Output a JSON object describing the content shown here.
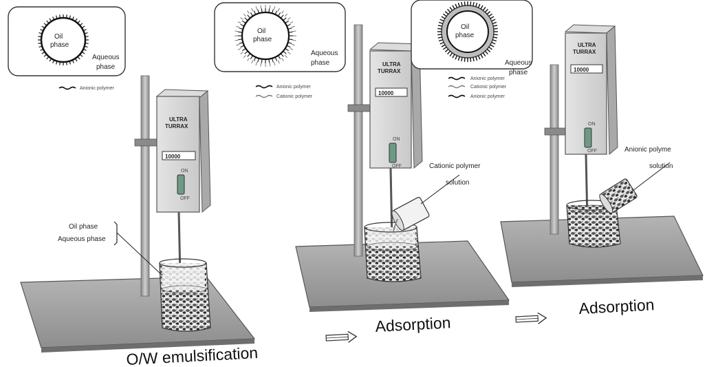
{
  "colors": {
    "droplet_fill": "#ffffff",
    "anionic_polymer": "#111111",
    "cationic_polymer": "#777777",
    "plate": "#9a9a9a",
    "homogenizer_body": "#cfcfcf"
  },
  "panels": [
    {
      "inset": {
        "droplet_label_1": "Oil",
        "droplet_label_2": "phase",
        "medium_label_1": "Aqueous",
        "medium_label_2": "phase",
        "legend": [
          "Anionic polymer"
        ]
      },
      "device": {
        "brand_1": "ULTRA",
        "brand_2": "TURRAX",
        "display": "10000",
        "on": "ON",
        "off": "OFF"
      },
      "callout": {
        "lines": [
          "Oil phase",
          "Aqueous phase"
        ]
      },
      "step_label": "O/W emulsification",
      "arrow_icon": "double-arrow-right-icon"
    },
    {
      "inset": {
        "droplet_label_1": "Oil",
        "droplet_label_2": "phase",
        "medium_label_1": "Aqueous",
        "medium_label_2": "phase",
        "legend": [
          "Anionic polymer",
          "Cationic polymer"
        ]
      },
      "device": {
        "brand_1": "ULTRA",
        "brand_2": "TURRAX",
        "display": "10000",
        "on": "ON",
        "off": "OFF"
      },
      "callout": {
        "lines": [
          "Cationic polymer",
          "solution"
        ]
      },
      "step_label": "Adsorption",
      "arrow_icon": "double-arrow-right-icon"
    },
    {
      "inset": {
        "droplet_label_1": "Oil",
        "droplet_label_2": "phase",
        "medium_label_1": "Aqueous",
        "medium_label_2": "phase",
        "legend": [
          "Anionic polymer",
          "Cationic polymer",
          "Anionic polymer"
        ]
      },
      "device": {
        "brand_1": "ULTRA",
        "brand_2": "TURRAX",
        "display": "10000",
        "on": "ON",
        "off": "OFF"
      },
      "callout": {
        "lines": [
          "Anionic polyme",
          "solution"
        ]
      },
      "step_label": "Adsorption"
    }
  ]
}
